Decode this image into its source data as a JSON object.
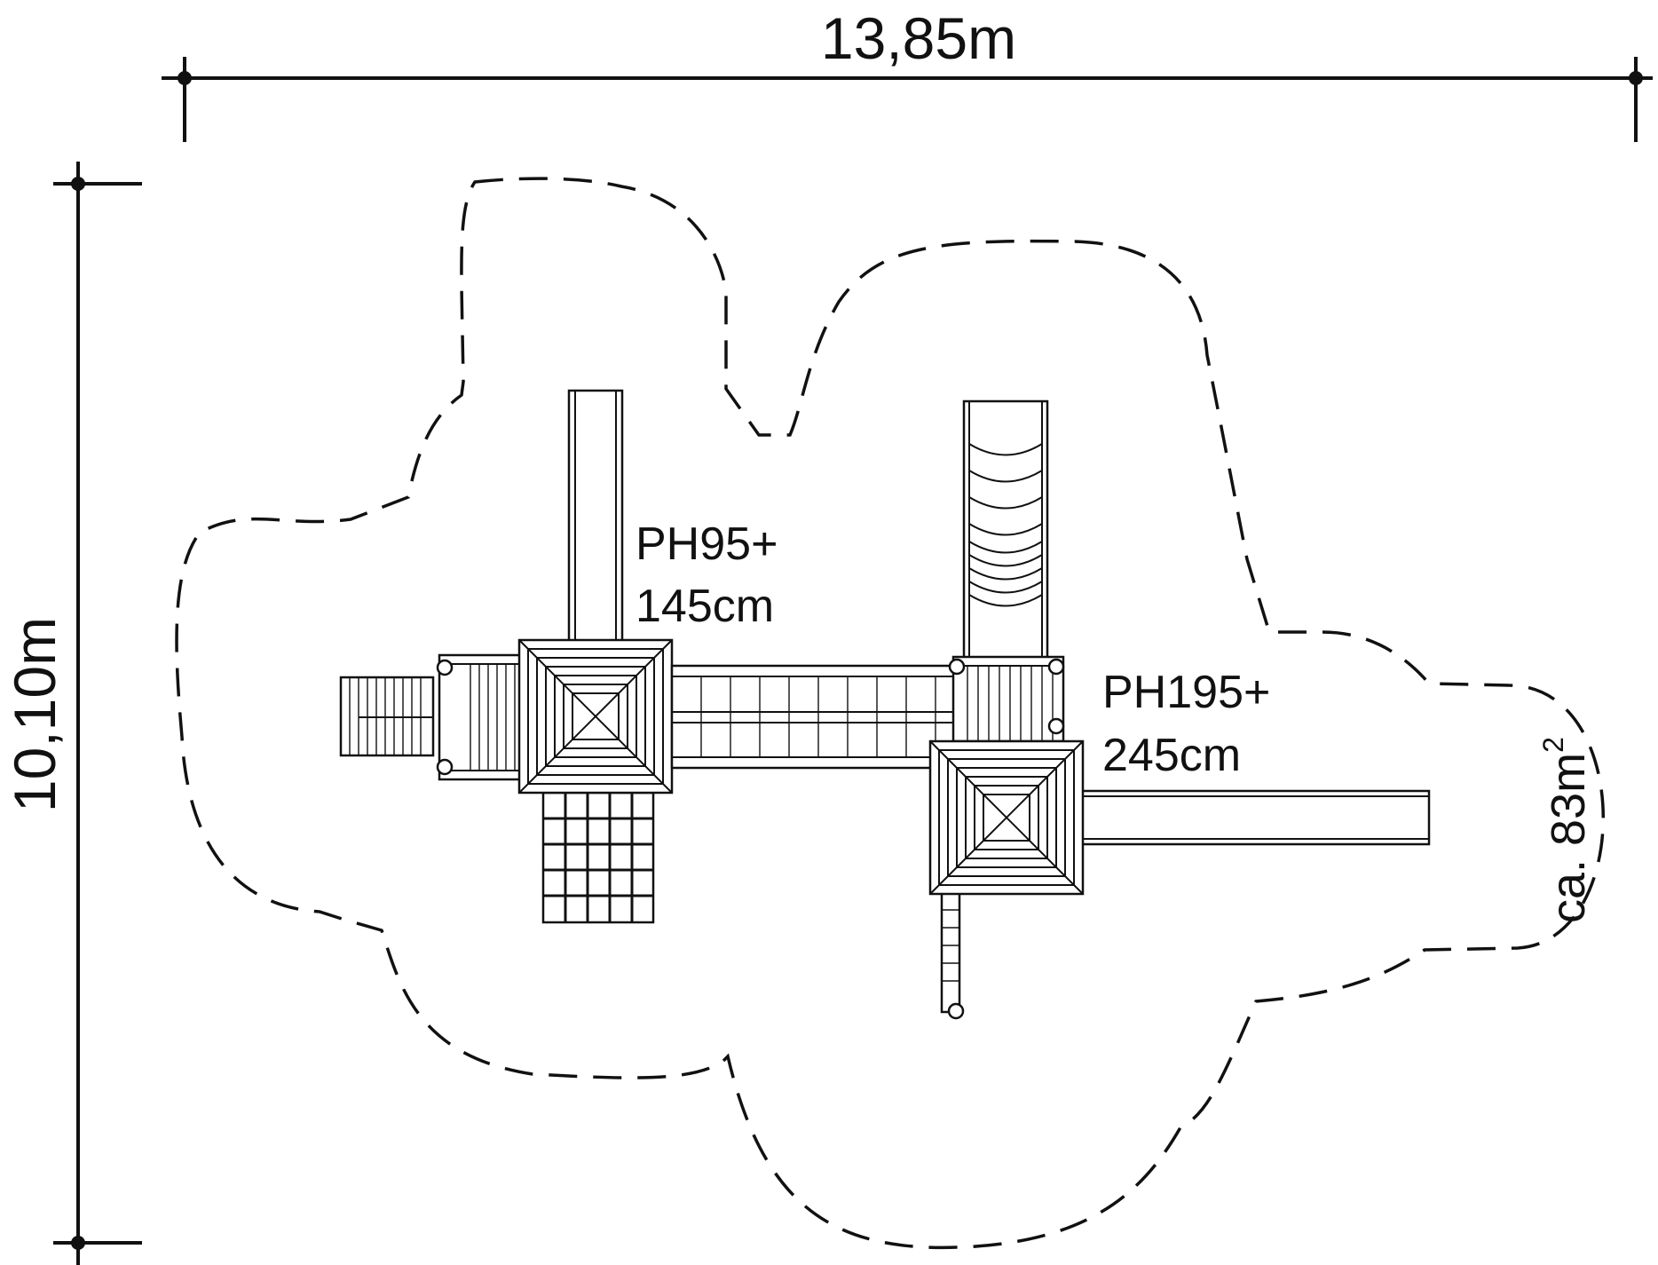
{
  "dimensions": {
    "width_label": "13,85m",
    "height_label": "10,10m"
  },
  "towers": [
    {
      "platform_height": "PH95+",
      "total_height": "145cm"
    },
    {
      "platform_height": "PH195+",
      "total_height": "245cm"
    }
  ],
  "safety_area": {
    "prefix": "ca. 83m",
    "superscript": "2"
  }
}
